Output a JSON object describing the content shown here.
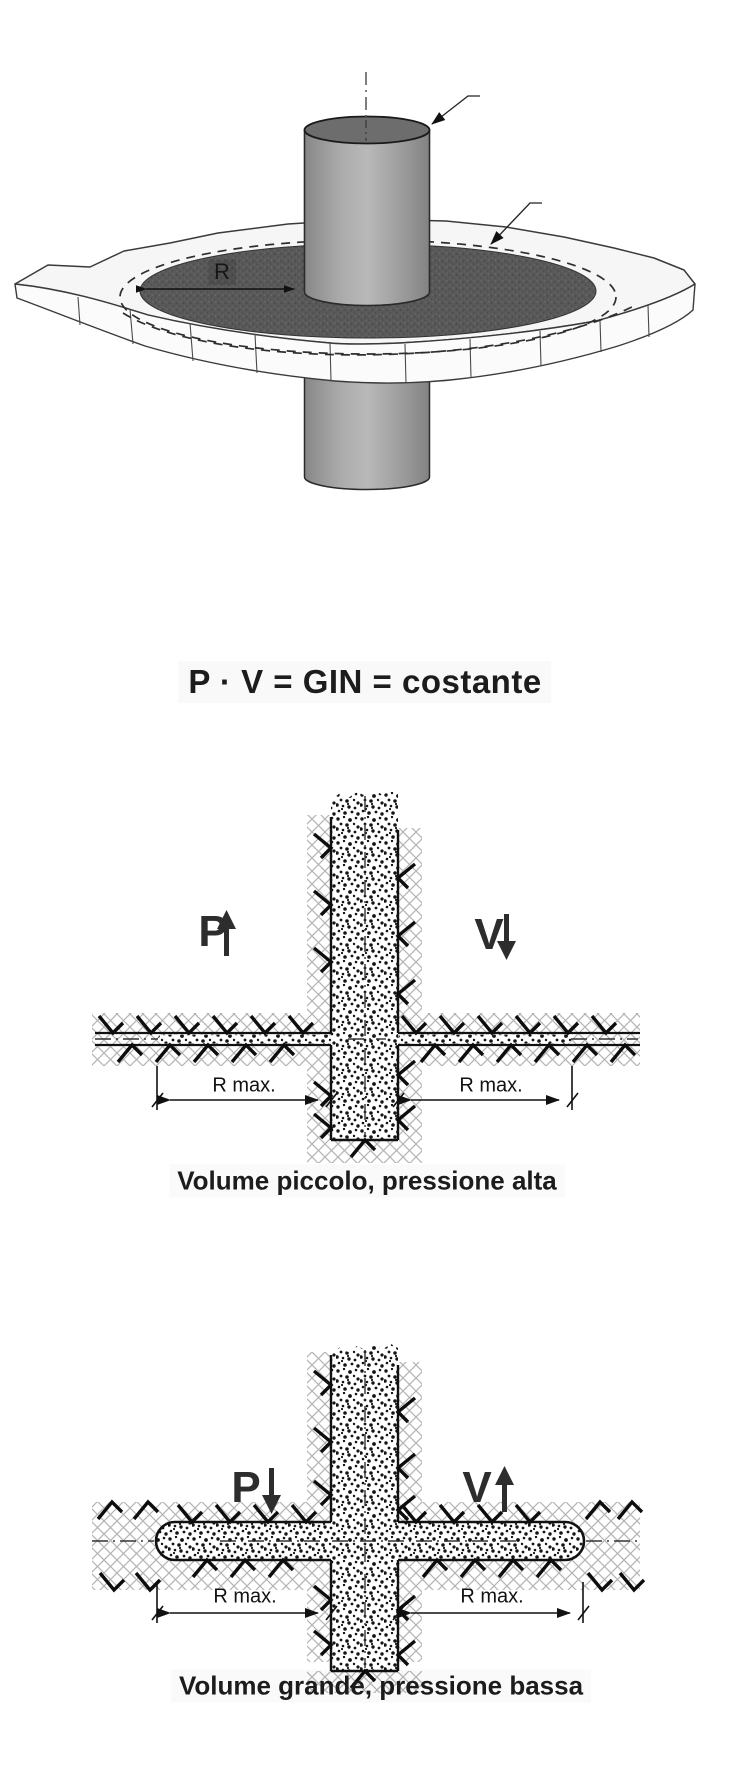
{
  "figure_3d": {
    "radius_label": "R"
  },
  "formula": {
    "text": "P · V = GIN = costante"
  },
  "diagram_high_pressure": {
    "pressure_symbol": "P",
    "volume_symbol": "V",
    "r_max_left": "R max.",
    "r_max_right": "R max.",
    "caption": "Volume piccolo, pressione alta"
  },
  "diagram_low_pressure": {
    "pressure_symbol": "P",
    "volume_symbol": "V",
    "r_max_left": "R max.",
    "r_max_right": "R max.",
    "caption": "Volume grande, pressione bassa"
  },
  "colors": {
    "ink": "#1a1a1a",
    "grout_disc": "#595959",
    "cylinder_gray": "#9e9e9e",
    "rock_hatch": "#b4b4b4"
  }
}
